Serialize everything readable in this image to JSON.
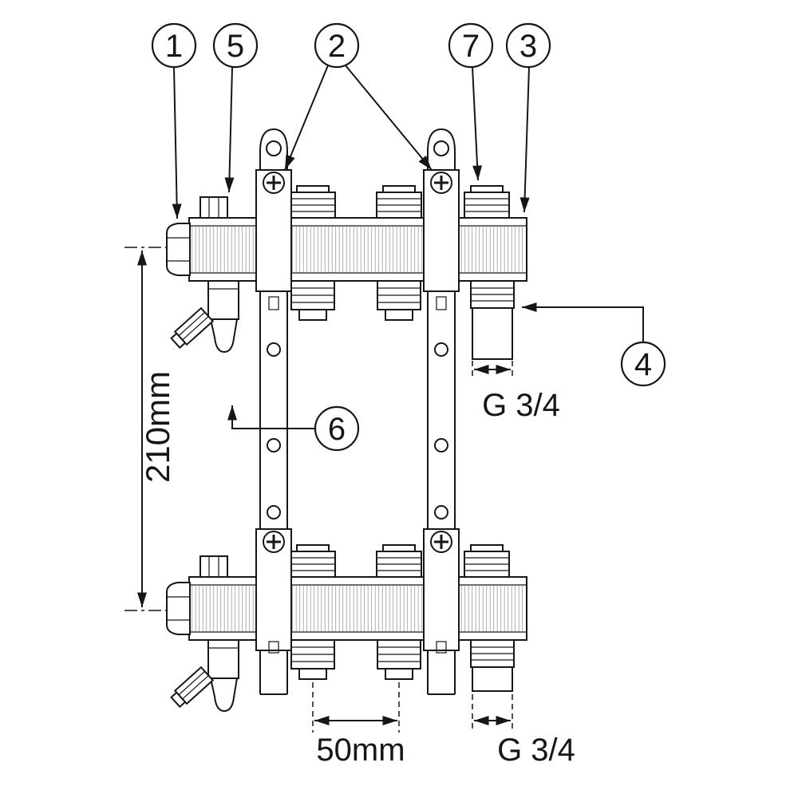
{
  "callouts": {
    "c1": "1",
    "c2": "2",
    "c3": "3",
    "c4": "4",
    "c5": "5",
    "c6": "6",
    "c7": "7"
  },
  "dimensions": {
    "overall_height": "210mm",
    "outlet_spacing": "50mm",
    "thread_top": "G 3/4",
    "thread_bottom": "G 3/4"
  },
  "colors": {
    "line": "#161616",
    "background": "#ffffff"
  }
}
